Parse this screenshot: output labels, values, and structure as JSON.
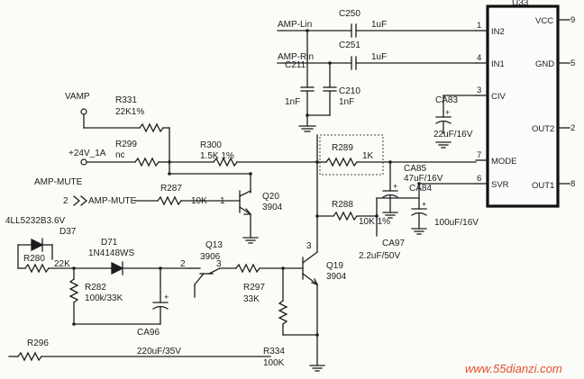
{
  "ic": {
    "ref": "U33",
    "pins": {
      "in2": {
        "num": "1",
        "name": "IN2"
      },
      "in1": {
        "num": "4",
        "name": "IN1"
      },
      "civ": {
        "num": "3",
        "name": "CIV"
      },
      "mode": {
        "num": "7",
        "name": "MODE"
      },
      "svr": {
        "num": "6",
        "name": "SVR"
      },
      "vcc": {
        "num": "9",
        "name": "VCC"
      },
      "gnd": {
        "num": "5",
        "name": "GND"
      },
      "out2": {
        "num": "2",
        "name": "OUT2"
      },
      "out1": {
        "num": "8",
        "name": "OUT1"
      }
    }
  },
  "nets": {
    "amp_lin": "AMP-Lin",
    "amp_rin": "AMP-Rin",
    "vamp": "VAMP",
    "v24": "+24V_1A",
    "amp_mute": "AMP-MUTE",
    "amp_mute_in": "AMP-MUTE",
    "amp_mute_pin": "2"
  },
  "components": {
    "c250": {
      "ref": "C250",
      "value": "1uF"
    },
    "c251": {
      "ref": "C251",
      "value": "1uF"
    },
    "c211": {
      "ref": "C211",
      "value": "1nF"
    },
    "c210": {
      "ref": "C210",
      "value": "1nF"
    },
    "ca83": {
      "ref": "CA83",
      "value": "22uF/16V"
    },
    "r331": {
      "ref": "R331",
      "value": "22K1%"
    },
    "r299": {
      "ref": "R299",
      "value": "nc"
    },
    "r300": {
      "ref": "R300",
      "value": "1.5K 1%"
    },
    "r289": {
      "ref": "R289",
      "value": "1K"
    },
    "ca85": {
      "ref": "CA85",
      "value": "47uF/16V"
    },
    "ca84": {
      "ref": "CA84",
      "value": "100uF/16V"
    },
    "r287": {
      "ref": "R287",
      "value": "10K"
    },
    "q20": {
      "ref": "Q20",
      "value": "3904",
      "pin": "1"
    },
    "r288": {
      "ref": "R288",
      "value": "10K 1%"
    },
    "ca97": {
      "ref": "CA97",
      "value": "2.2uF/50V"
    },
    "d37": {
      "ref": "D37",
      "value": "4LL5232B3.6V"
    },
    "r280": {
      "ref": "R280",
      "value": "22K"
    },
    "d71": {
      "ref": "D71",
      "value": "1N4148WS"
    },
    "q13": {
      "ref": "Q13",
      "value": "3906",
      "pin_b": "2",
      "pin_c": "3"
    },
    "q19": {
      "ref": "Q19",
      "value": "3904",
      "pin_c": "3"
    },
    "r282": {
      "ref": "R282",
      "value": "100k/33K"
    },
    "ca96": {
      "ref": "CA96",
      "value": "220uF/35V"
    },
    "r297": {
      "ref": "R297",
      "value": "33K"
    },
    "r334": {
      "ref": "R334",
      "value": "100K"
    },
    "r296": {
      "ref": "R296"
    }
  },
  "watermark": "www.55dianzi.com"
}
